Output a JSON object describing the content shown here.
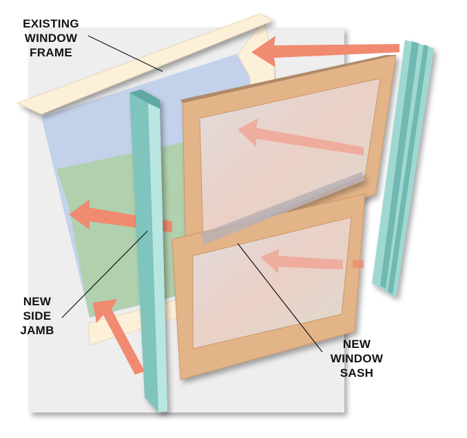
{
  "labels": {
    "existing_frame": [
      "EXISTING",
      "WINDOW",
      "FRAME"
    ],
    "side_jamb": [
      "NEW",
      "SIDE",
      "JAMB"
    ],
    "window_sash": [
      "NEW",
      "WINDOW",
      "SASH"
    ]
  },
  "colors": {
    "background_panel": "#eeeeee",
    "frame": "#fdf0d8",
    "glass_blue": "#c3d2ea",
    "glass_green": "#a9cf9a",
    "jamb": "#9fd8d2",
    "sash": "#e3b487",
    "arrow": "#f08a70"
  }
}
